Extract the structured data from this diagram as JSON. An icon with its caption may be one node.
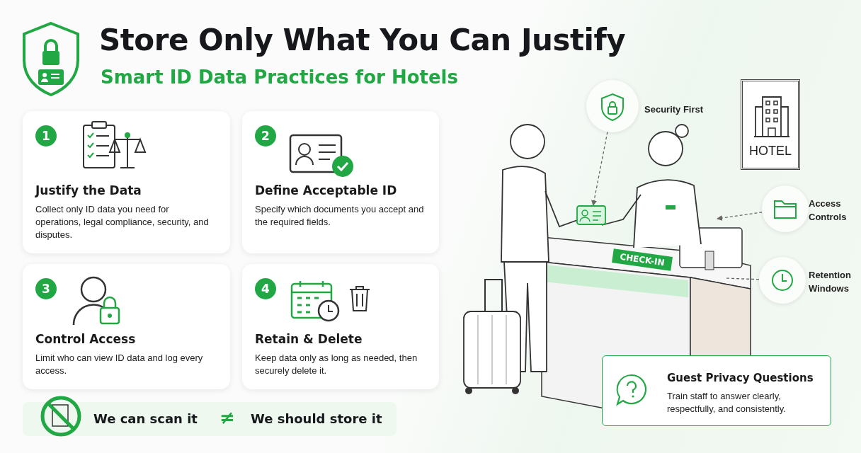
{
  "diagram": {
    "title": "Store Only What You Can Justify",
    "nodes": [
      {
        "text": [
          "1",
          "Justify the Data",
          "Collect only ID data you need for operations, legal compliance, security, and disputes."
        ]
      },
      {
        "text": [
          "2",
          "Define Acceptable ID",
          "Specify which documents you accept and the required fields."
        ]
      },
      {
        "text": [
          "3",
          "Control Access",
          "Limit who can view ID data and log every access."
        ]
      },
      {
        "text": [
          "4",
          "Retain & Delete",
          "Keep data only as long as needed, then securely delete it."
        ]
      },
      {
        "text": [
          "We can scan it",
          "≠",
          "We should store it"
        ]
      },
      {
        "text": [],
        "shape": "circle",
        "beside": [
          "Security First"
        ]
      },
      {
        "text": [],
        "shape": "picture"
      },
      {
        "text": [],
        "shape": "circle",
        "beside": [
          "Access Controls"
        ]
      },
      {
        "text": [],
        "shape": "circle",
        "beside": [
          "Retention Windows"
        ]
      },
      {
        "text": [
          "HOTEL"
        ]
      },
      {
        "text": [
          "CHECK-IN"
        ]
      },
      {
        "text": [
          "Guest Privacy Questions",
          "Train staff to answer clearly, respectfully, and consistently."
        ]
      }
    ],
    "edges": [
      {
        "from": 5,
        "to": 6,
        "arrow": "to",
        "style": "dashed"
      },
      {
        "from": 7,
        "to": null,
        "arrow": "to",
        "style": "dashed"
      },
      {
        "from": 8,
        "to": null,
        "arrow": "none",
        "style": "dashed"
      }
    ],
    "labels": [
      "Smart ID Data Practices for Hotels"
    ]
  }
}
